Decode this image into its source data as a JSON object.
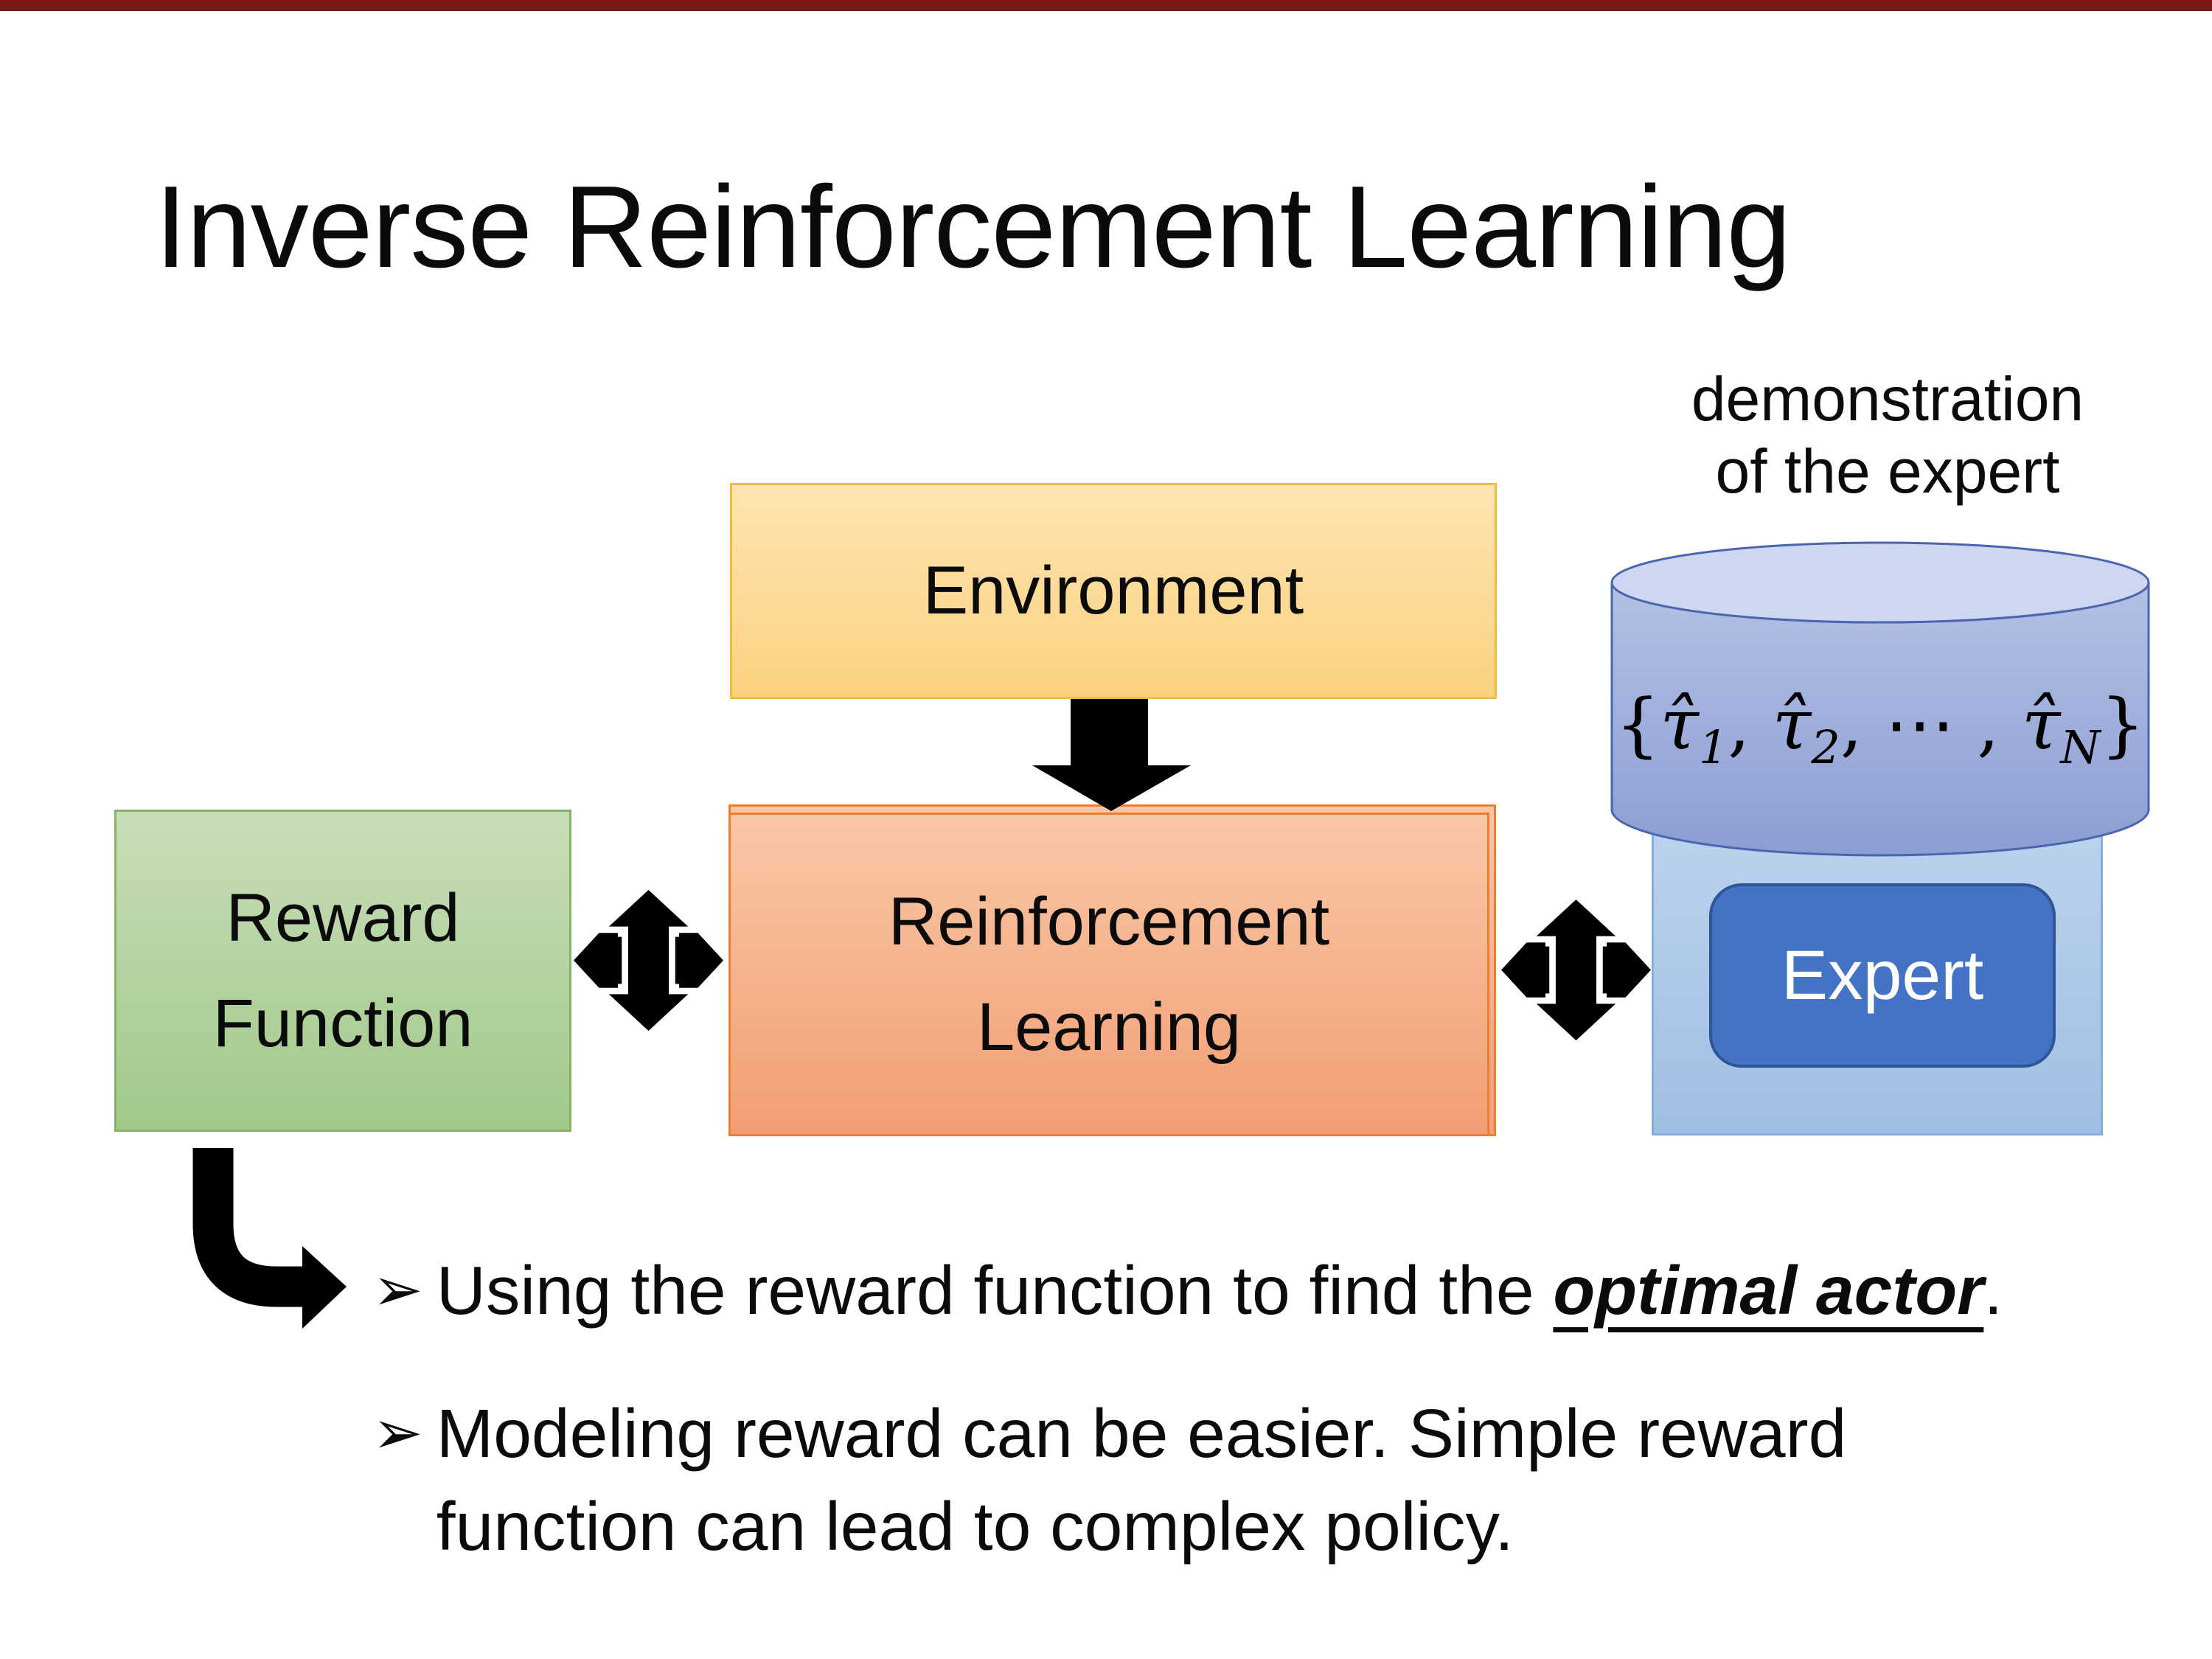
{
  "slide": {
    "title": "Inverse Reinforcement Learning",
    "annotation": {
      "line1": "demonstration",
      "line2": "of the expert"
    },
    "boxes": {
      "environment": {
        "label": "Environment"
      },
      "reward": {
        "line1": "Reward",
        "line2": "Function"
      },
      "reinforcement_learning": {
        "line1": "Reinforcement",
        "line2": "Learning"
      },
      "expert": {
        "label": "Expert"
      }
    },
    "cylinder_math": {
      "open_brace": "{",
      "tau1": "τ̂",
      "sub1": "1",
      "sep1": ", ",
      "tau2": "τ̂",
      "sub2": "2",
      "sep2": ", ⋯ , ",
      "tauN": "τ̂",
      "subN": "N",
      "close_brace": "}"
    },
    "bullets": {
      "marker": "➢",
      "item1": {
        "before": "Using the reward function to find the ",
        "emphasis": "optimal actor",
        "after": "."
      },
      "item2": {
        "line1": "Modeling reward can be easier. Simple reward",
        "line2": "function can lead to complex policy."
      }
    },
    "colors": {
      "top_bar": "#7d1518",
      "environment_fill_top": "#fee5b2",
      "environment_fill_bottom": "#fbd17f",
      "environment_border": "#f1bc45",
      "reward_fill_top": "#c8ddb9",
      "reward_fill_bottom": "#a2c989",
      "reward_border": "#84b566",
      "rl_fill_top": "#f9c7a6",
      "rl_fill_bottom": "#f29e74",
      "rl_border": "#ec7d31",
      "cylinder_top": "#cdd7f0",
      "cylinder_body_top": "#b4c1e6",
      "cylinder_body_bottom": "#8c9dd2",
      "cylinder_border": "#4a66ae",
      "expert_container_fill": "#bdd3ee",
      "expert_container_border": "#85acda",
      "expert_button_fill": "#4472c4",
      "expert_button_border": "#2e5596",
      "expert_text": "#ffffff",
      "arrow": "#000000",
      "text": "#0b0b0b"
    }
  }
}
